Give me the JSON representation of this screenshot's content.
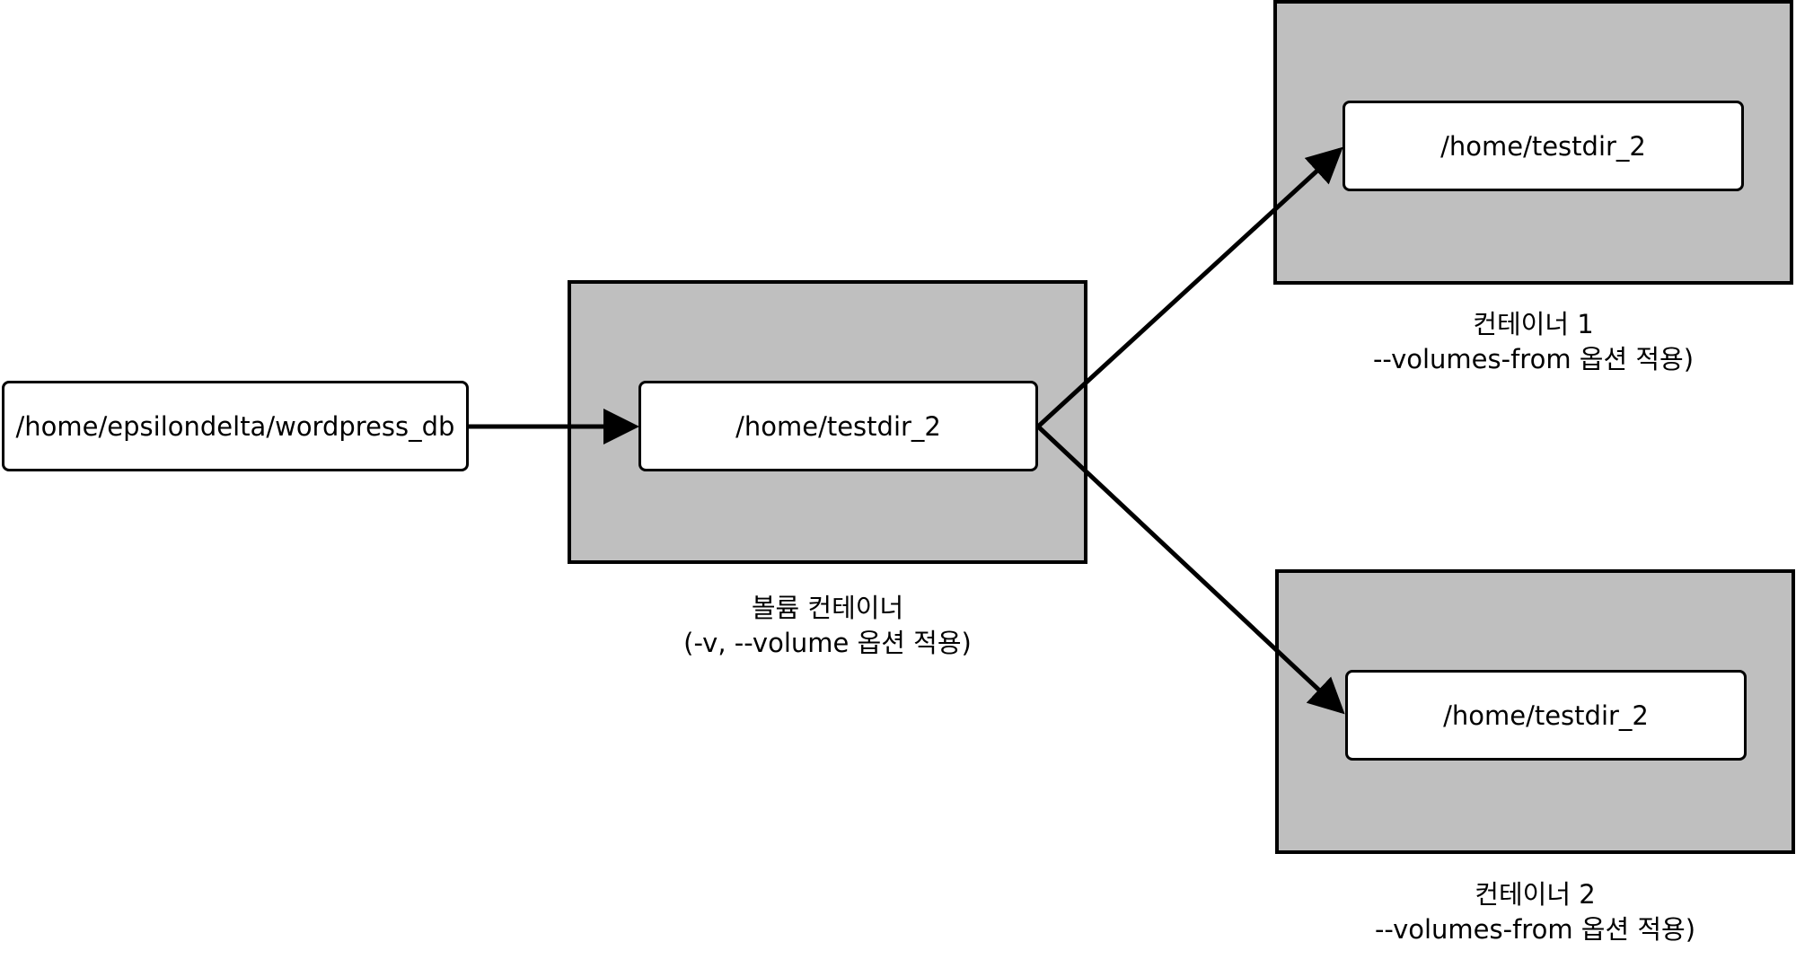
{
  "source_path": "/home/epsilondelta/wordpress_db",
  "volume_container": {
    "path": "/home/testdir_2",
    "caption_line1": "볼륨 컨테이너",
    "caption_line2": "(-v, --volume 옵션 적용)"
  },
  "container1": {
    "path": "/home/testdir_2",
    "caption_line1": "컨테이너 1",
    "caption_line2": "--volumes-from 옵션 적용)"
  },
  "container2": {
    "path": "/home/testdir_2",
    "caption_line1": "컨테이너 2",
    "caption_line2": "--volumes-from 옵션 적용)"
  },
  "colors": {
    "container_fill": "#bfbfbf",
    "path_fill": "#ffffff",
    "stroke": "#000000"
  }
}
